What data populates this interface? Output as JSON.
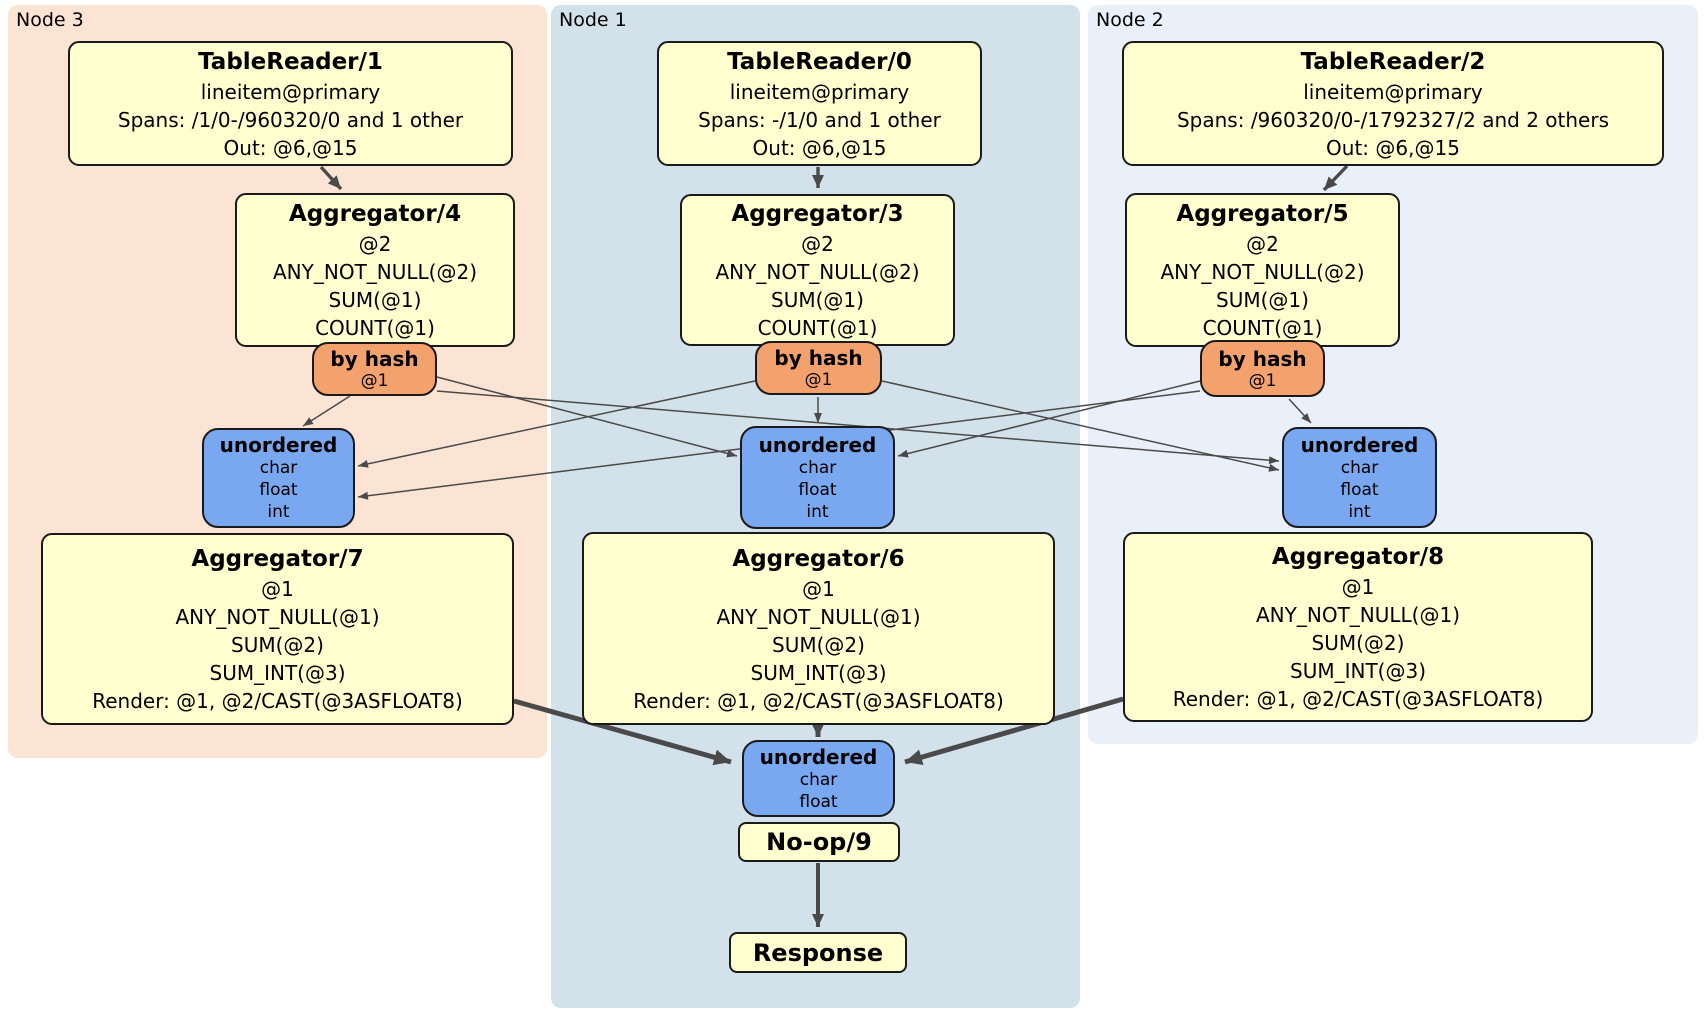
{
  "colors": {
    "node3_bg": "#fce4d4",
    "node1_bg": "#d3e1ea",
    "node2_bg": "#eaf0f9",
    "box_bg": "#ffffcf",
    "router_bg": "#f4a26d",
    "sync_bg": "#79a7f0",
    "edge": "#4a4a4a"
  },
  "regions": {
    "node3": {
      "label": "Node 3"
    },
    "node1": {
      "label": "Node 1"
    },
    "node2": {
      "label": "Node 2"
    }
  },
  "processors": {
    "tr1": {
      "title": "TableReader/1",
      "lines": [
        "lineitem@primary",
        "Spans: /1/0-/960320/0 and 1 other",
        "Out: @6,@15"
      ]
    },
    "tr0": {
      "title": "TableReader/0",
      "lines": [
        "lineitem@primary",
        "Spans: -/1/0 and 1 other",
        "Out: @6,@15"
      ]
    },
    "tr2": {
      "title": "TableReader/2",
      "lines": [
        "lineitem@primary",
        "Spans: /960320/0-/1792327/2 and 2 others",
        "Out: @6,@15"
      ]
    },
    "agg4": {
      "title": "Aggregator/4",
      "lines": [
        "@2",
        "ANY_NOT_NULL(@2)",
        "SUM(@1)",
        "COUNT(@1)"
      ]
    },
    "agg3": {
      "title": "Aggregator/3",
      "lines": [
        "@2",
        "ANY_NOT_NULL(@2)",
        "SUM(@1)",
        "COUNT(@1)"
      ]
    },
    "agg5": {
      "title": "Aggregator/5",
      "lines": [
        "@2",
        "ANY_NOT_NULL(@2)",
        "SUM(@1)",
        "COUNT(@1)"
      ]
    },
    "agg7": {
      "title": "Aggregator/7",
      "lines": [
        "@1",
        "ANY_NOT_NULL(@1)",
        "SUM(@2)",
        "SUM_INT(@3)",
        "Render: @1, @2/CAST(@3ASFLOAT8)"
      ]
    },
    "agg6": {
      "title": "Aggregator/6",
      "lines": [
        "@1",
        "ANY_NOT_NULL(@1)",
        "SUM(@2)",
        "SUM_INT(@3)",
        "Render: @1, @2/CAST(@3ASFLOAT8)"
      ]
    },
    "agg8": {
      "title": "Aggregator/8",
      "lines": [
        "@1",
        "ANY_NOT_NULL(@1)",
        "SUM(@2)",
        "SUM_INT(@3)",
        "Render: @1, @2/CAST(@3ASFLOAT8)"
      ]
    },
    "noop": {
      "title": "No-op/9"
    },
    "response": {
      "title": "Response"
    }
  },
  "routers": {
    "r4": {
      "title": "by hash",
      "lines": [
        "@1"
      ]
    },
    "r3": {
      "title": "by hash",
      "lines": [
        "@1"
      ]
    },
    "r5": {
      "title": "by hash",
      "lines": [
        "@1"
      ]
    }
  },
  "syncs": {
    "s7": {
      "title": "unordered",
      "lines": [
        "char",
        "float",
        "int"
      ]
    },
    "s6": {
      "title": "unordered",
      "lines": [
        "char",
        "float",
        "int"
      ]
    },
    "s8": {
      "title": "unordered",
      "lines": [
        "char",
        "float",
        "int"
      ]
    },
    "sfinal": {
      "title": "unordered",
      "lines": [
        "char",
        "float"
      ]
    }
  }
}
